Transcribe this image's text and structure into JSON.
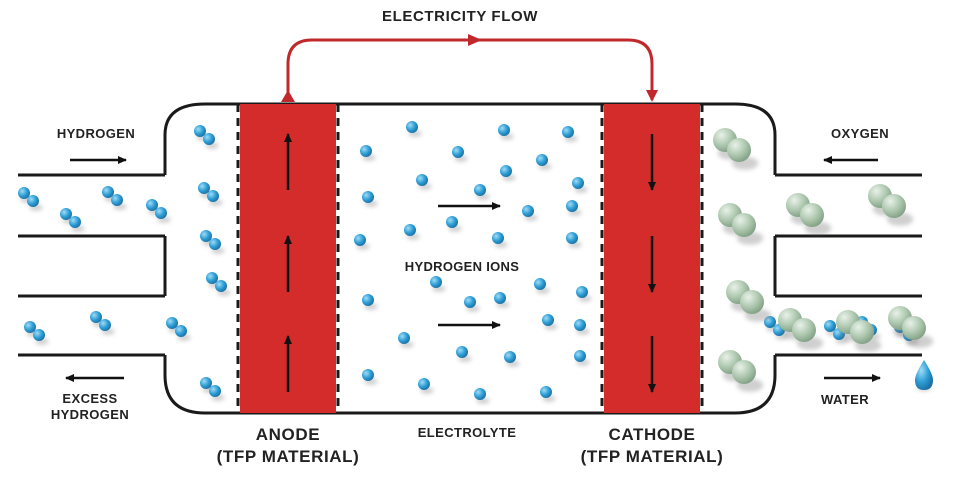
{
  "labels": {
    "electricity_flow": "ELECTRICITY FLOW",
    "hydrogen": "HYDROGEN",
    "oxygen": "OXYGEN",
    "hydrogen_ions": "HYDROGEN IONS",
    "electrolyte": "ELECTROLYTE",
    "excess_hydrogen_line1": "EXCESS",
    "excess_hydrogen_line2": "HYDROGEN",
    "water": "WATER",
    "anode_line1": "ANODE",
    "anode_line2": "(TFP MATERIAL)",
    "cathode_line1": "CATHODE",
    "cathode_line2": "(TFP MATERIAL)"
  },
  "colors": {
    "electrode": "#d42b2b",
    "flow_arrow": "#c0282b",
    "ion": "#33a4d8",
    "oxygen": "#a9c4ac",
    "outline": "#1a1a1a",
    "text": "#222222"
  },
  "icons": {
    "electrode_arrow": "arrow-icon",
    "ion": "hydrogen-ion-icon",
    "oxygen": "oxygen-molecule-icon",
    "water": "water-drop-icon"
  }
}
